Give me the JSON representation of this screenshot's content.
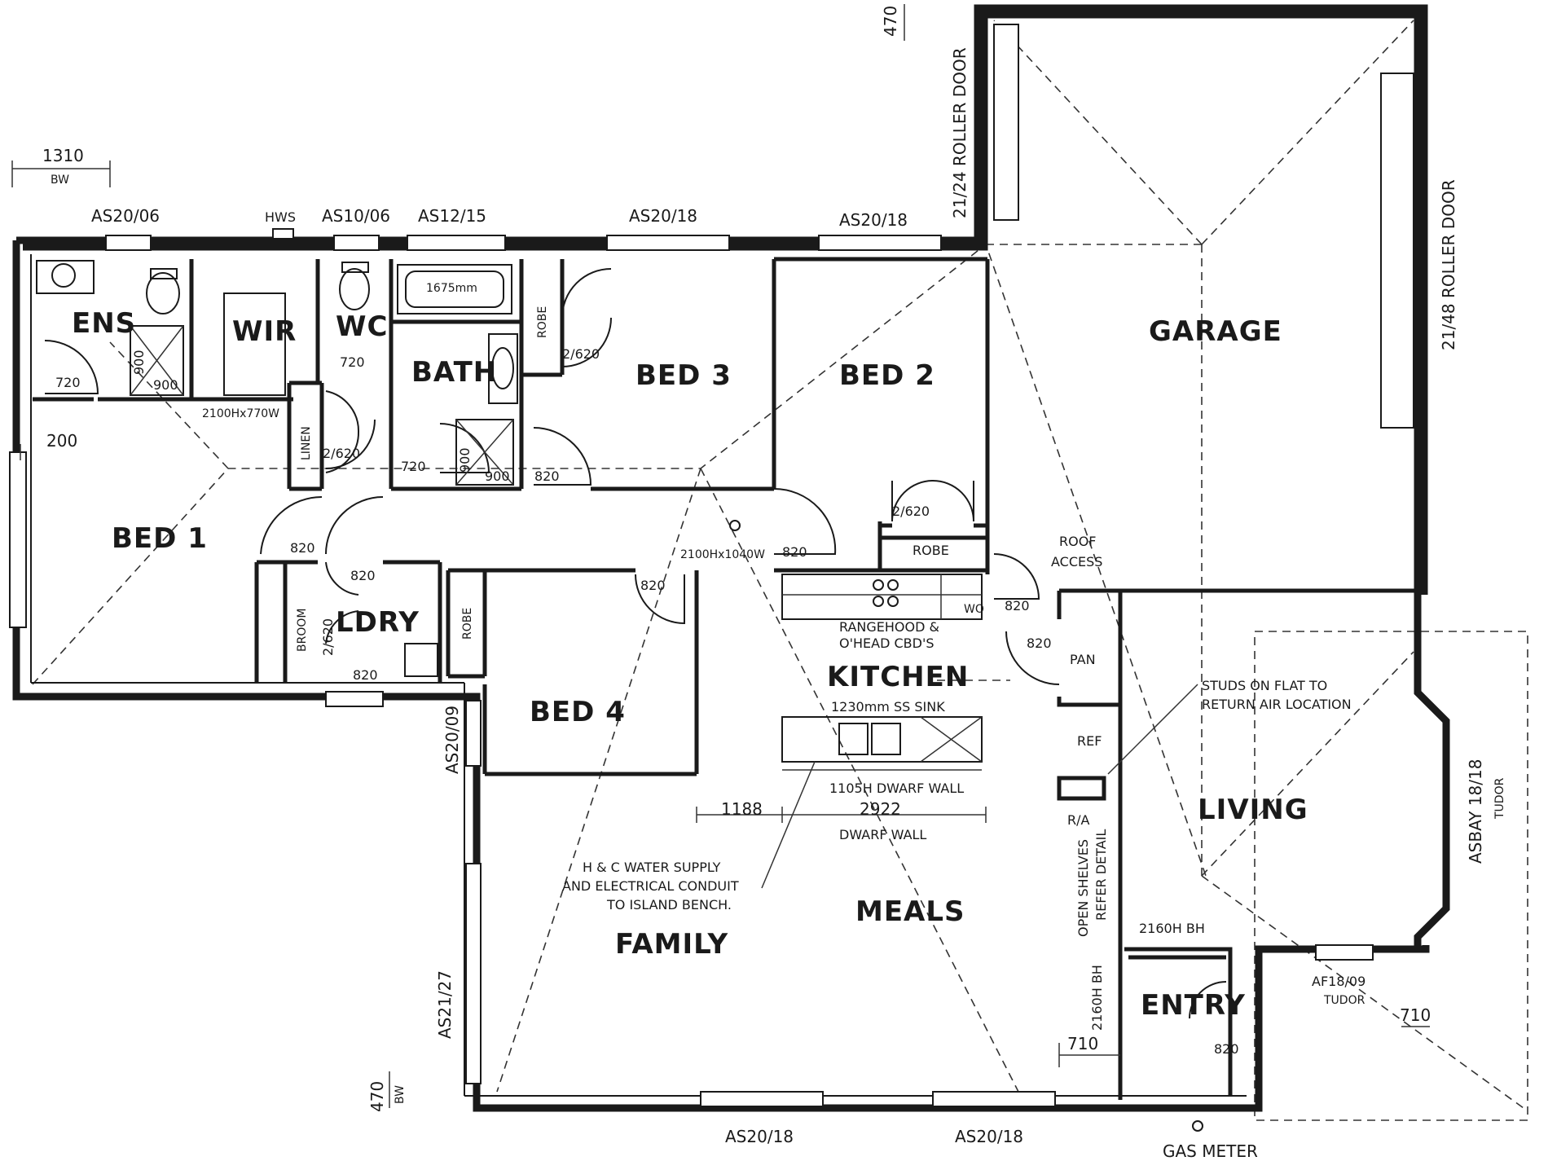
{
  "rooms": {
    "ens": "ENS",
    "wir": "WIR",
    "wc": "WC",
    "bath": "BATH",
    "bed3": "BED 3",
    "bed2": "BED 2",
    "garage": "GARAGE",
    "bed1": "BED 1",
    "ldry": "LDRY",
    "bed4": "BED 4",
    "kitchen": "KITCHEN",
    "living": "LIVING",
    "meals": "MEALS",
    "family": "FAMILY",
    "entry": "ENTRY"
  },
  "windows": {
    "w1": "AS20/06",
    "hws": "HWS",
    "w2": "AS10/06",
    "w3": "AS12/15",
    "w4": "AS20/18",
    "w5": "AS20/18",
    "w6": "AS20/09",
    "w7": "AS21/27",
    "w8": "AS20/18",
    "w9": "AS20/18",
    "w10": "AF18/09",
    "w10_sub": "TUDOR",
    "bay": "ASBAY 18/18",
    "bay_sub": "TUDOR"
  },
  "doors": {
    "roller1": "21/24 ROLLER DOOR",
    "roller2": "21/48 ROLLER DOOR",
    "opening1": "2100Hx770W",
    "opening2": "2100Hx1040W"
  },
  "fixtures": {
    "bath_size": "1675mm",
    "robe": "ROBE",
    "linen": "LINEN",
    "broom": "BROOM",
    "pan": "PAN",
    "ref": "REF",
    "wo": "WO",
    "ra": "R/A",
    "rangehood_1": "RANGEHOOD &",
    "rangehood_2": "O'HEAD CBD'S",
    "sink": "1230mm SS SINK",
    "dwarf_wall_1": "1105H DWARF WALL",
    "dwarf_wall_2": "DWARF WALL",
    "roof_access_1": "ROOF",
    "roof_access_2": "ACCESS",
    "studs_1": "STUDS ON FLAT TO",
    "studs_2": "RETURN AIR LOCATION",
    "water_1": "H & C WATER SUPPLY",
    "water_2": "AND ELECTRICAL CONDUIT",
    "water_3": "TO ISLAND BENCH.",
    "shelves_1": "OPEN SHELVES",
    "shelves_2": "REFER DETAIL",
    "bh1": "2160H BH",
    "bh2": "2160H BH",
    "gas": "GAS METER",
    "bw": "BW"
  },
  "dims": {
    "d1310": "1310",
    "d470a": "470",
    "d470b": "470",
    "d200": "200",
    "d720a": "720",
    "d720b": "720",
    "d720c": "720",
    "d900a": "900",
    "d900b": "900",
    "d900c": "900",
    "d900d": "900",
    "d2620a": "2/620",
    "d2620b": "2/620",
    "d2620c": "2/620",
    "d2620d": "2/620",
    "d820a": "820",
    "d820b": "820",
    "d820c": "820",
    "d820d": "820",
    "d820e": "820",
    "d820f": "820",
    "d820g": "820",
    "d820h": "820",
    "d820i": "820",
    "d1188": "1188",
    "d2922": "2922",
    "d710a": "710",
    "d710b": "710"
  }
}
